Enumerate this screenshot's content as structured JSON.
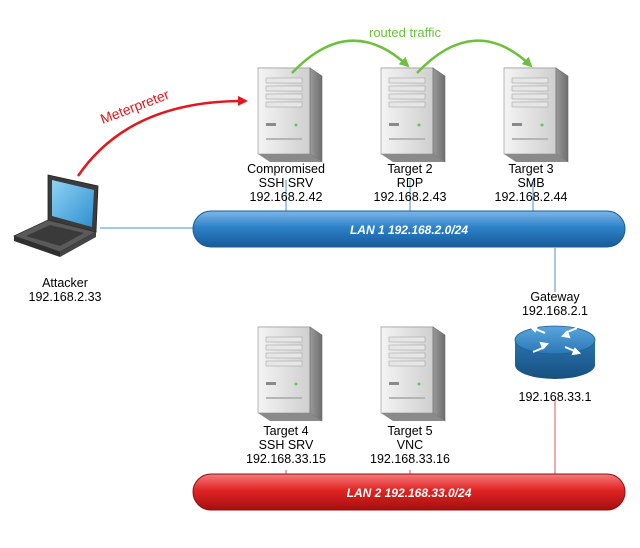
{
  "attacker": {
    "name": "Attacker",
    "ip": "192.168.2.33"
  },
  "servers": [
    {
      "name": "Compromised",
      "role": "SSH SRV",
      "ip": "192.168.2.42"
    },
    {
      "name": "Target 2",
      "role": "RDP",
      "ip": "192.168.2.43"
    },
    {
      "name": "Target 3",
      "role": "SMB",
      "ip": "192.168.2.44"
    },
    {
      "name": "Target 4",
      "role": "SSH SRV",
      "ip": "192.168.33.15"
    },
    {
      "name": "Target 5",
      "role": "VNC",
      "ip": "192.168.33.16"
    }
  ],
  "gateway": {
    "name": "Gateway",
    "ip_lan1": "192.168.2.1",
    "ip_lan2": "192.168.33.1"
  },
  "lans": [
    {
      "label": "LAN 1 192.168.2.0/24",
      "color": "#1f72b8"
    },
    {
      "label": "LAN 2 192.168.33.0/24",
      "color": "#d91c1c"
    }
  ],
  "annotations": {
    "meterpreter": "Meterpreter",
    "routed_traffic": "routed traffic"
  },
  "colors": {
    "meterpreter": "#e3171c",
    "routed": "#6dbf3c",
    "lan1_line": "#4a90d9",
    "lan2_line": "#e05050"
  }
}
